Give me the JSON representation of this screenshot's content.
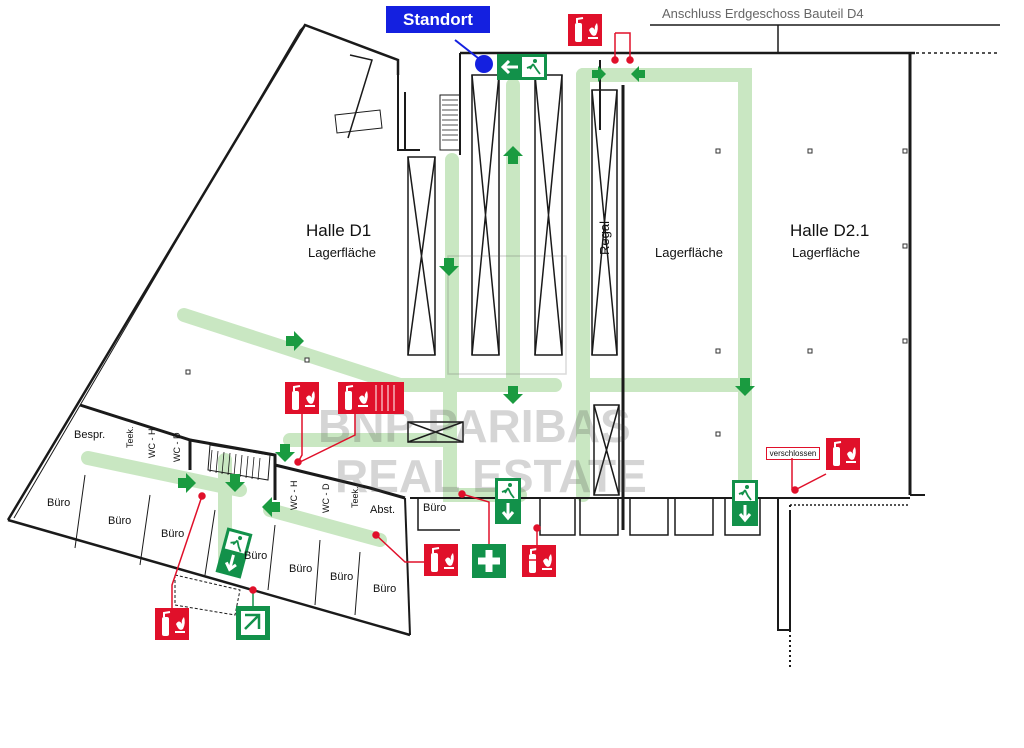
{
  "header": {
    "standort": "Standort",
    "anschluss": "Anschluss Erdgeschoss Bauteil D4"
  },
  "halls": {
    "d1_name": "Halle D1",
    "d1_sub": "Lagerfläche",
    "d21_name": "Halle D2.1",
    "d21_sub": "Lagerfläche",
    "middle_sub": "Lagerfläche",
    "regal": "Regal"
  },
  "rooms": {
    "bespr": "Bespr.",
    "teek1": "Teek.",
    "teek2": "Teek.",
    "wc_h1": "WC - H",
    "wc_d1": "WC - D",
    "wc_h2": "WC - H",
    "wc_d2": "WC - D",
    "abst": "Abst.",
    "buero_1": "Büro",
    "buero_2": "Büro",
    "buero_3": "Büro",
    "buero_4": "Büro",
    "buero_5": "Büro",
    "buero_6": "Büro",
    "buero_7": "Büro",
    "buero_8": "Büro"
  },
  "notes": {
    "verschlossen": "verschlossen"
  },
  "watermark": {
    "line1": "BNP PARIBAS",
    "line2": "REAL ESTATE"
  },
  "colors": {
    "escape_path": "#c9e7c2",
    "escape_arrow": "#1a9b40",
    "exit_sign": "#12914a",
    "fire_red": "#e0102a",
    "standort": "#1420e0",
    "wall": "#1a1a1a"
  },
  "legend_icons": [
    "fire-extinguisher-icon",
    "emergency-exit-icon",
    "first-aid-icon",
    "assembly-point-icon"
  ]
}
